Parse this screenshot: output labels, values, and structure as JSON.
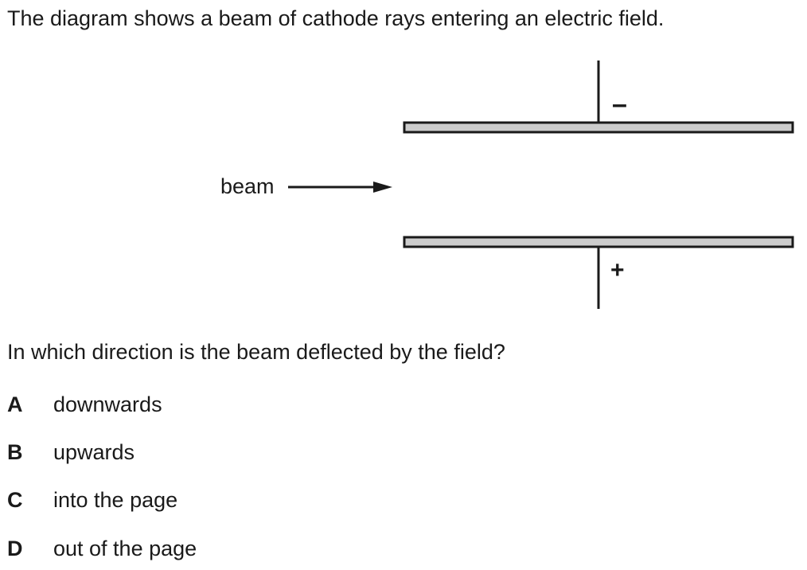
{
  "intro_text": "The diagram shows a beam of cathode rays entering an electric field.",
  "diagram": {
    "beam_label": "beam",
    "top_plate_sign": "–",
    "bottom_plate_sign": "+",
    "plate_fill": "#cccccc",
    "stroke_color": "#1a1a1a"
  },
  "question_text": "In which direction is the beam deflected by the field?",
  "options": [
    {
      "letter": "A",
      "text": "downwards"
    },
    {
      "letter": "B",
      "text": "upwards"
    },
    {
      "letter": "C",
      "text": "into the page"
    },
    {
      "letter": "D",
      "text": "out of the page"
    }
  ]
}
